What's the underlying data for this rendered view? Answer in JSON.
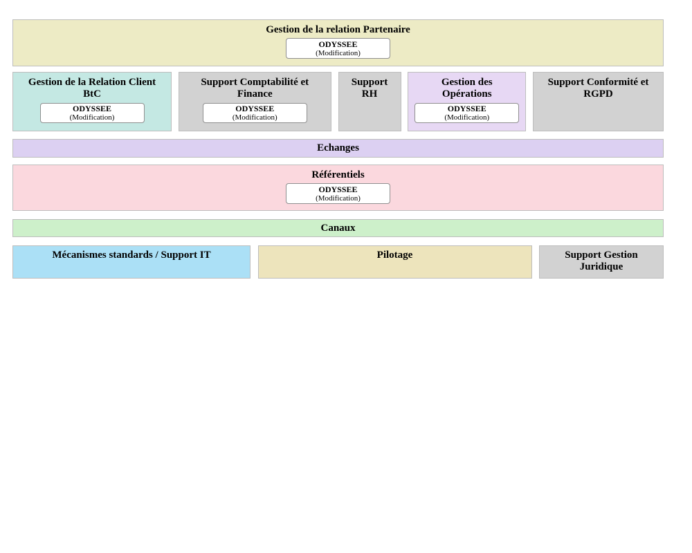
{
  "diagram": {
    "partner": {
      "label": "Gestion de la relation Partenaire",
      "app": {
        "name": "ODYSSEE",
        "status": "(Modification)"
      }
    },
    "row2": [
      {
        "label": "Gestion de la Relation Client BtC",
        "app": {
          "name": "ODYSSEE",
          "status": "(Modification)"
        }
      },
      {
        "label": "Support Comptabilité et Finance",
        "app": {
          "name": "ODYSSEE",
          "status": "(Modification)"
        }
      },
      {
        "label": "Support RH"
      },
      {
        "label": "Gestion des Opérations",
        "app": {
          "name": "ODYSSEE",
          "status": "(Modification)"
        }
      },
      {
        "label": "Support Conformité et RGPD"
      }
    ],
    "echanges": {
      "label": "Echanges"
    },
    "referentiels": {
      "label": "Référentiels",
      "app": {
        "name": "ODYSSEE",
        "status": "(Modification)"
      }
    },
    "canaux": {
      "label": "Canaux"
    },
    "row6": [
      {
        "label": "Mécanismes standards / Support IT"
      },
      {
        "label": "Pilotage"
      },
      {
        "label": "Support Gestion Juridique"
      }
    ],
    "colors": {
      "partner_band": "#edebc5",
      "client_btc": "#c4e8e3",
      "support_gray": "#d2d2d2",
      "operations": "#e7d8f4",
      "echanges": "#dcd0f2",
      "referentiels": "#fbd8de",
      "canaux": "#cdf0ca",
      "mecanismes_it": "#abe0f6",
      "pilotage": "#ede4bc",
      "block_border": "#bdbdbd",
      "app_box_bg": "#ffffff",
      "app_box_border": "#8f8f8f",
      "text": "#000000"
    }
  }
}
